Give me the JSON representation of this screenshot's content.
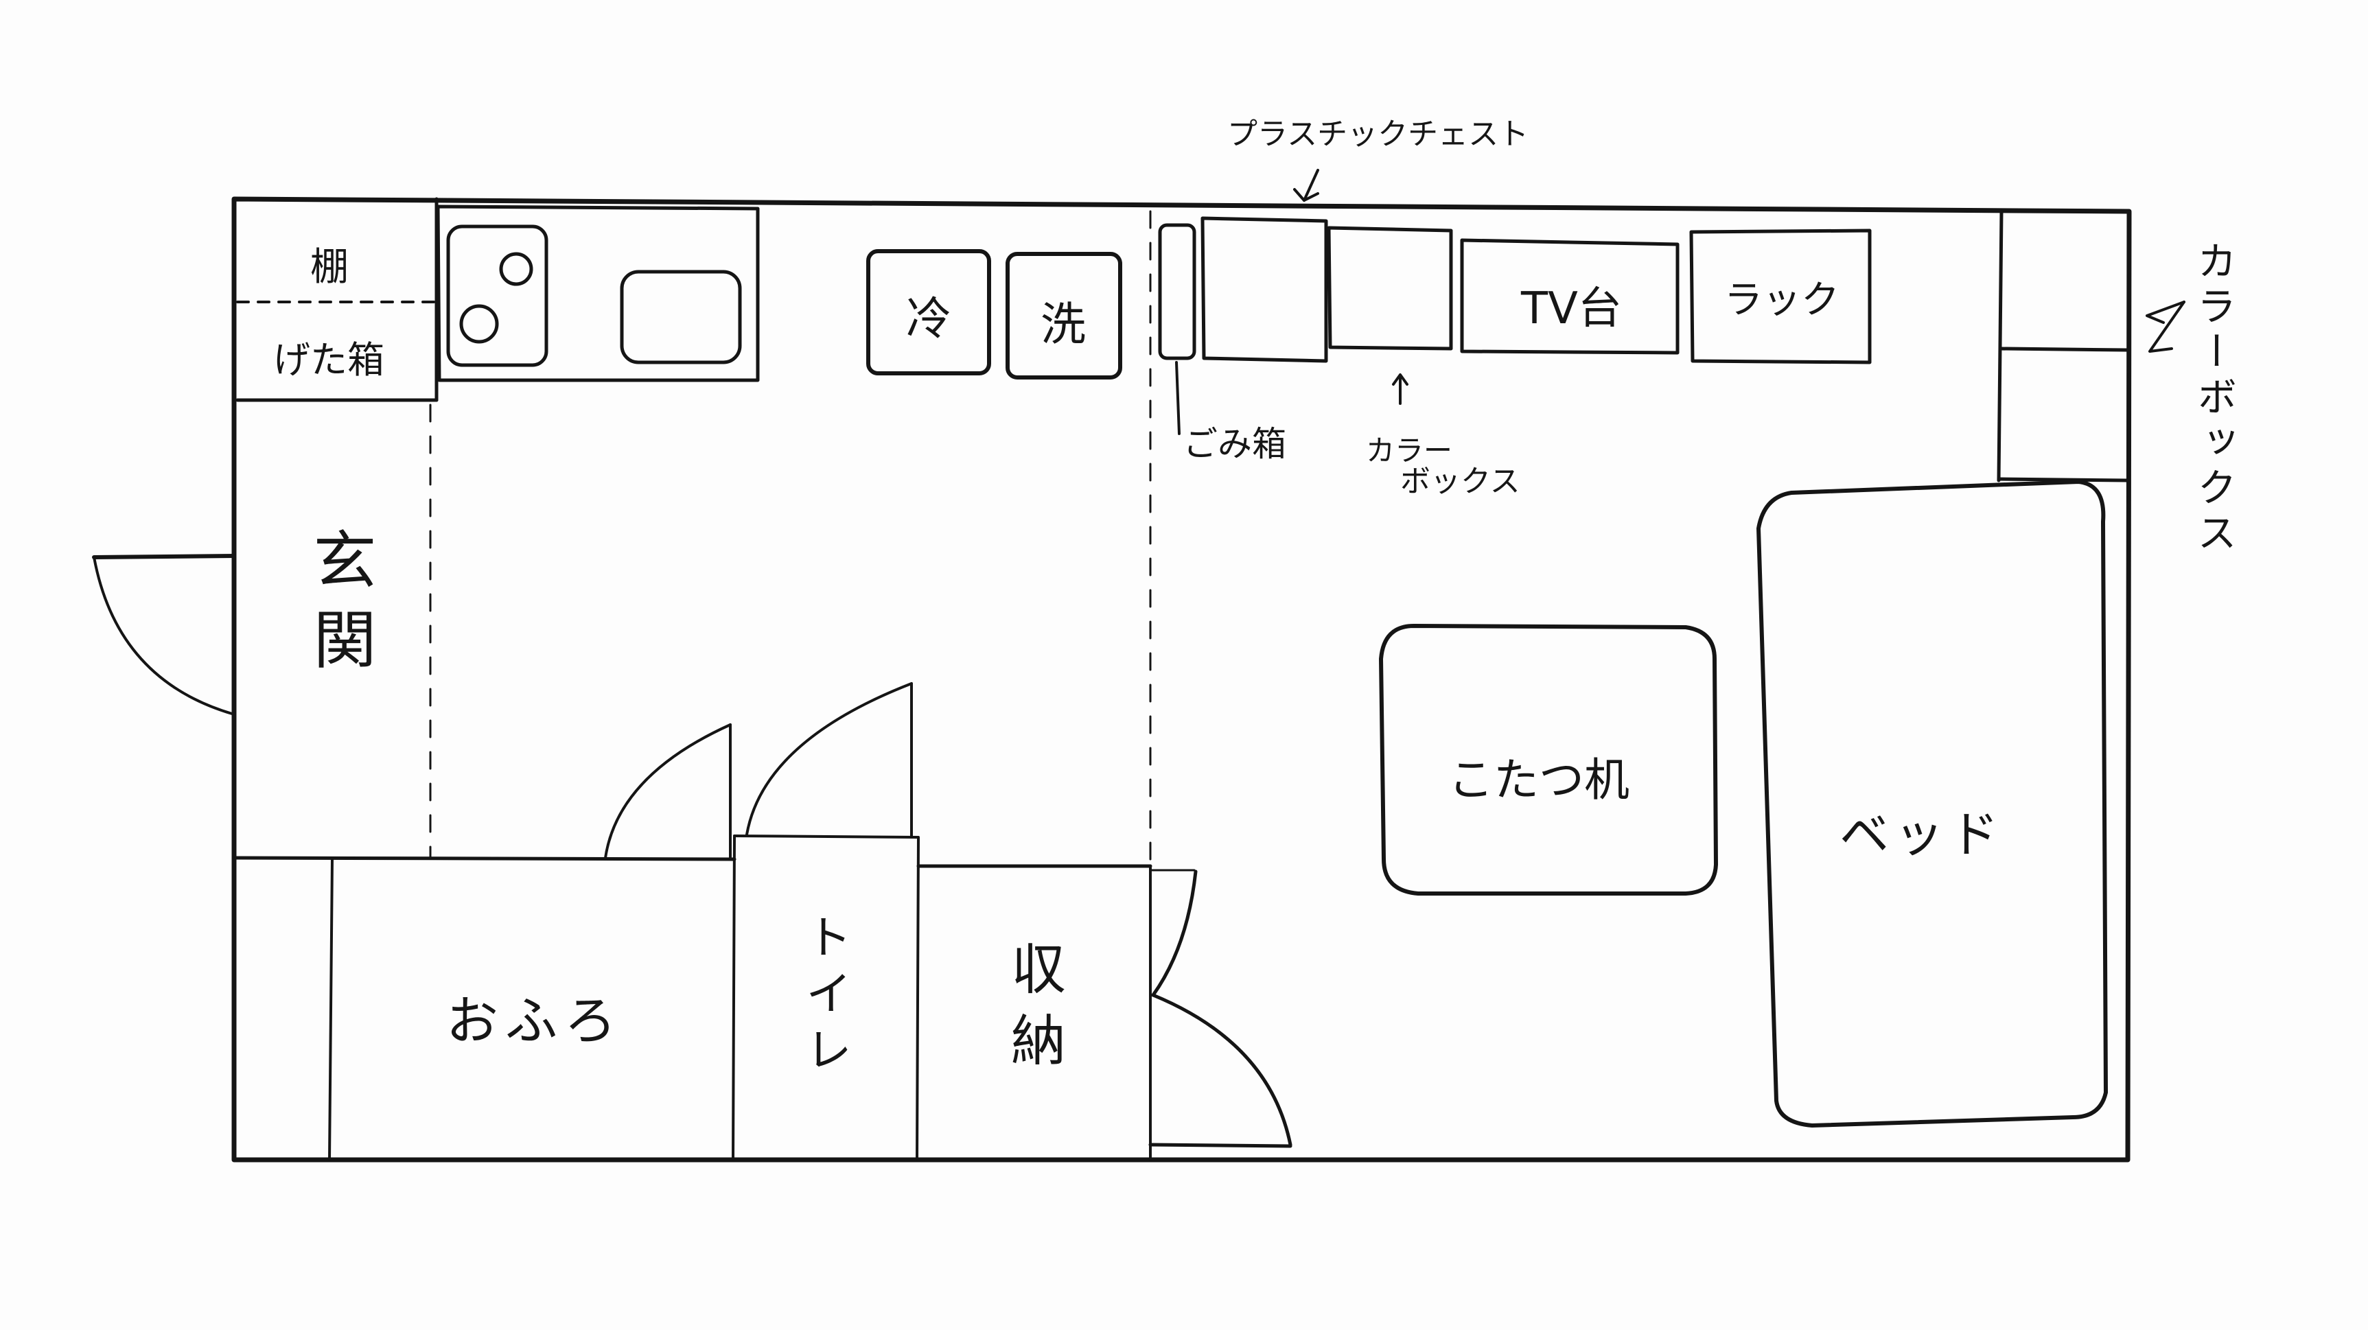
{
  "title": "Apartment floor plan (hand-drawn)",
  "colors": {
    "ink": "#151515",
    "paper": "#fdfdfd"
  },
  "rooms": {
    "shelf": "棚",
    "shoe_box": "げた箱",
    "entrance": "玄関",
    "bath": "おふろ",
    "toilet": "トイレ",
    "storage": "収納"
  },
  "kitchen": {
    "fridge": "冷",
    "washer": "洗"
  },
  "furniture": {
    "tv_stand": "TV台",
    "rack": "ラック",
    "kotatsu": "こたつ机",
    "bed": "ベッド"
  },
  "annotations": {
    "plastic_chest": "プラスチックチェスト",
    "trash": "ごみ箱",
    "color_box_line1": "カラー",
    "color_box_line2": "ボックス",
    "color_box_right": "カラーボックス"
  },
  "chart_data": {
    "type": "diagram",
    "title": "",
    "elements": [
      {
        "type": "room",
        "label": "玄関"
      },
      {
        "type": "room",
        "label": "おふろ"
      },
      {
        "type": "room",
        "label": "トイレ"
      },
      {
        "type": "room",
        "label": "収納"
      },
      {
        "type": "fixture",
        "label": "棚"
      },
      {
        "type": "fixture",
        "label": "げた箱"
      },
      {
        "type": "appliance",
        "label": "冷"
      },
      {
        "type": "appliance",
        "label": "洗"
      },
      {
        "type": "furniture",
        "label": "プラスチックチェスト"
      },
      {
        "type": "furniture",
        "label": "ごみ箱"
      },
      {
        "type": "furniture",
        "label": "カラーボックス"
      },
      {
        "type": "furniture",
        "label": "TV台"
      },
      {
        "type": "furniture",
        "label": "ラック"
      },
      {
        "type": "furniture",
        "label": "こたつ机"
      },
      {
        "type": "furniture",
        "label": "ベッド"
      }
    ]
  }
}
